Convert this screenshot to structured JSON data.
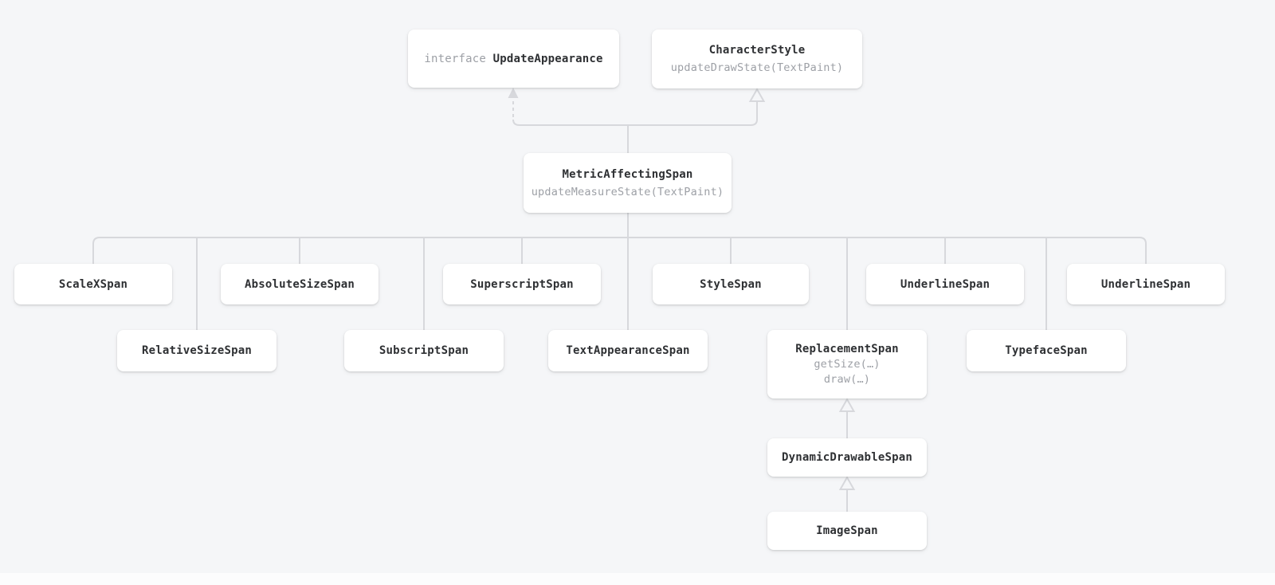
{
  "colors": {
    "background": "#f5f6f8",
    "box_background": "#ffffff",
    "connector": "#d7d8dc",
    "name_text": "#2e3033",
    "muted_text": "#9da0a6",
    "bottom_strip": "#fcfcfd"
  },
  "nodes": {
    "update_appearance": {
      "keyword": "interface ",
      "name": "UpdateAppearance"
    },
    "character_style": {
      "name": "CharacterStyle",
      "methods": [
        "updateDrawState(TextPaint)"
      ]
    },
    "metric_affecting_span": {
      "name": "MetricAffectingSpan",
      "methods": [
        "updateMeasureState(TextPaint)"
      ]
    },
    "scale_x_span": {
      "name": "ScaleXSpan"
    },
    "relative_size_span": {
      "name": "RelativeSizeSpan"
    },
    "absolute_size_span": {
      "name": "AbsoluteSizeSpan"
    },
    "subscript_span": {
      "name": "SubscriptSpan"
    },
    "superscript_span": {
      "name": "SuperscriptSpan"
    },
    "text_appearance_span": {
      "name": "TextAppearanceSpan"
    },
    "style_span": {
      "name": "StyleSpan"
    },
    "replacement_span": {
      "name": "ReplacementSpan",
      "methods": [
        "getSize(…)",
        "draw(…)"
      ]
    },
    "underline_span": {
      "name": "UnderlineSpan"
    },
    "typeface_span": {
      "name": "TypefaceSpan"
    },
    "underline_span_2": {
      "name": "UnderlineSpan"
    },
    "dynamic_drawable_span": {
      "name": "DynamicDrawableSpan"
    },
    "image_span": {
      "name": "ImageSpan"
    }
  },
  "edges": [
    {
      "child": "MetricAffectingSpan",
      "parent": "UpdateAppearance",
      "style": "dashed",
      "arrow": "filled"
    },
    {
      "child": "MetricAffectingSpan",
      "parent": "CharacterStyle",
      "style": "solid",
      "arrow": "hollow-triangle"
    },
    {
      "child": "ScaleXSpan",
      "parent": "MetricAffectingSpan",
      "style": "solid",
      "arrow": "none"
    },
    {
      "child": "RelativeSizeSpan",
      "parent": "MetricAffectingSpan",
      "style": "solid",
      "arrow": "none"
    },
    {
      "child": "AbsoluteSizeSpan",
      "parent": "MetricAffectingSpan",
      "style": "solid",
      "arrow": "none"
    },
    {
      "child": "SubscriptSpan",
      "parent": "MetricAffectingSpan",
      "style": "solid",
      "arrow": "none"
    },
    {
      "child": "SuperscriptSpan",
      "parent": "MetricAffectingSpan",
      "style": "solid",
      "arrow": "none"
    },
    {
      "child": "TextAppearanceSpan",
      "parent": "MetricAffectingSpan",
      "style": "solid",
      "arrow": "none"
    },
    {
      "child": "StyleSpan",
      "parent": "MetricAffectingSpan",
      "style": "solid",
      "arrow": "none"
    },
    {
      "child": "ReplacementSpan",
      "parent": "MetricAffectingSpan",
      "style": "solid",
      "arrow": "none"
    },
    {
      "child": "UnderlineSpan",
      "parent": "MetricAffectingSpan",
      "style": "solid",
      "arrow": "none"
    },
    {
      "child": "TypefaceSpan",
      "parent": "MetricAffectingSpan",
      "style": "solid",
      "arrow": "none"
    },
    {
      "child": "UnderlineSpan",
      "parent": "MetricAffectingSpan",
      "style": "solid",
      "arrow": "none"
    },
    {
      "child": "DynamicDrawableSpan",
      "parent": "ReplacementSpan",
      "style": "solid",
      "arrow": "hollow-triangle"
    },
    {
      "child": "ImageSpan",
      "parent": "DynamicDrawableSpan",
      "style": "solid",
      "arrow": "hollow-triangle"
    }
  ]
}
